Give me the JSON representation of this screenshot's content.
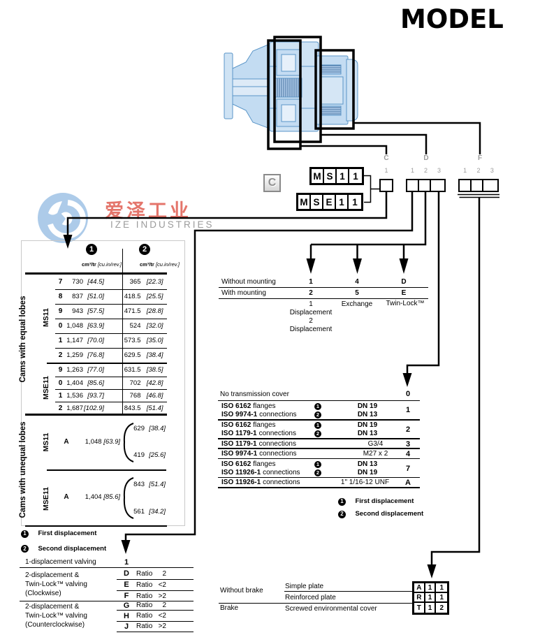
{
  "title": "MODEL",
  "watermark": {
    "cn": "爱泽工业",
    "en": "IZE INDUSTRIES"
  },
  "badge": "C",
  "colors": {
    "drawing_blue": "#b9d4ee",
    "watermark_red": "#e4756b",
    "watermark_gray": "#9b9b9b",
    "label_gray": "#9b9b9b"
  },
  "code": {
    "ms11": [
      "M",
      "S",
      "1",
      "1"
    ],
    "mse11": [
      "M",
      "S",
      "E",
      "1",
      "1"
    ],
    "sections": [
      {
        "label": "C",
        "digits": [
          "1"
        ]
      },
      {
        "label": "D",
        "digits": [
          "1",
          "2",
          "3"
        ]
      },
      {
        "label": "F",
        "digits": [
          "1",
          "2",
          "3"
        ]
      }
    ]
  },
  "disp": {
    "equal_label": "Cams with equal lobes",
    "unequal_label": "Cams with unequal lobes",
    "ms11": "MS11",
    "mse11": "MSE11",
    "unit": "cm³/tr",
    "unit_br": "[cu.in/rev.]",
    "equal_rows": [
      {
        "c": "7",
        "v1": "730",
        "b1": "[44.5]",
        "v2": "365",
        "b2": "[22.3]"
      },
      {
        "c": "8",
        "v1": "837",
        "b1": "[51.0]",
        "v2": "418.5",
        "b2": "[25.5]"
      },
      {
        "c": "9",
        "v1": "943",
        "b1": "[57.5]",
        "v2": "471.5",
        "b2": "[28.8]"
      },
      {
        "c": "0",
        "v1": "1,048",
        "b1": "[63.9]",
        "v2": "524",
        "b2": "[32.0]"
      },
      {
        "c": "1",
        "v1": "1,147",
        "b1": "[70.0]",
        "v2": "573.5",
        "b2": "[35.0]"
      },
      {
        "c": "2",
        "v1": "1,259",
        "b1": "[76.8]",
        "v2": "629.5",
        "b2": "[38.4]"
      },
      {
        "c": "9",
        "v1": "1,263",
        "b1": "[77.0]",
        "v2": "631.5",
        "b2": "[38.5]"
      },
      {
        "c": "0",
        "v1": "1,404",
        "b1": "[85.6]",
        "v2": "702",
        "b2": "[42.8]"
      },
      {
        "c": "1",
        "v1": "1,536",
        "b1": "[93.7]",
        "v2": "768",
        "b2": "[46.8]"
      },
      {
        "c": "2",
        "v1": "1,687",
        "b1": "[102.9]",
        "v2": "843.5",
        "b2": "[51.4]"
      }
    ],
    "unequal_rows": [
      {
        "c": "A",
        "v": "1,048",
        "b": "[63.9]",
        "tv": "629",
        "tb": "[38.4]",
        "bv": "419",
        "bb": "[25.6]"
      },
      {
        "c": "A",
        "v": "1,404",
        "b": "[85.6]",
        "tv": "843",
        "tb": "[51.4]",
        "bv": "561",
        "bb": "[34.2]"
      }
    ]
  },
  "legend": {
    "n1": "1",
    "n2": "2",
    "first": "First displacement",
    "second": "Second displacement"
  },
  "mounting": {
    "row1": "Without mounting",
    "r1": [
      "1",
      "4",
      "D"
    ],
    "row2": "With mounting",
    "r2": [
      "2",
      "5",
      "E"
    ],
    "cap1a": "1",
    "cap1b": "Displacement",
    "cap1c": "2",
    "cap1d": "Displacement",
    "cap2": "Exchange",
    "cap3": "Twin-Lock™"
  },
  "cover": {
    "r0": {
      "t": "No transmission cover",
      "code": "0"
    },
    "r1": {
      "a_iso": "ISO 6162",
      "a_k": "flanges",
      "a_v": "DN 19",
      "b_iso": "ISO 9974-1",
      "b_k": "connections",
      "b_v": "DN 13",
      "code": "1"
    },
    "r2": {
      "a_iso": "ISO 6162",
      "a_k": "flanges",
      "a_v": "DN 19",
      "b_iso": "ISO 1179-1",
      "b_k": "connections",
      "b_v": "DN 13",
      "code": "2"
    },
    "r3": {
      "iso": "ISO 1179-1",
      "k": "connections",
      "v": "G3/4",
      "code": "3"
    },
    "r4": {
      "iso": "ISO 9974-1",
      "k": "connections",
      "v": "M27 x 2",
      "code": "4"
    },
    "r7": {
      "a_iso": "ISO 6162",
      "a_k": "flanges",
      "a_v": "DN 13",
      "b_iso": "ISO 11926-1",
      "b_k": "connections",
      "b_v": "DN 19",
      "code": "7"
    },
    "rA": {
      "iso": "ISO 11926-1",
      "k": "connections",
      "v": "1\" 1/16-12 UNF",
      "code": "A"
    }
  },
  "valving": {
    "r1": {
      "label": "1-displacement valving",
      "code": "1"
    },
    "g1": {
      "l1": "2-displacement &",
      "l2": "Twin-Lock™ valving",
      "l3": "(Clockwise)",
      "rows": [
        {
          "code": "D",
          "r": "Ratio",
          "v": "2"
        },
        {
          "code": "E",
          "r": "Ratio",
          "v": "<2"
        },
        {
          "code": "F",
          "r": "Ratio",
          "v": ">2"
        }
      ]
    },
    "g2": {
      "l1": "2-displacement &",
      "l2": "Twin-Lock™ valving",
      "l3": "(Counterclockwise)",
      "rows": [
        {
          "code": "G",
          "r": "Ratio",
          "v": "2"
        },
        {
          "code": "H",
          "r": "Ratio",
          "v": "<2"
        },
        {
          "code": "J",
          "r": "Ratio",
          "v": ">2"
        }
      ]
    }
  },
  "brake": {
    "g1": "Without brake",
    "g2": "Brake",
    "rows": [
      {
        "label": "Simple plate",
        "c": [
          "A",
          "1",
          "1"
        ]
      },
      {
        "label": "Reinforced plate",
        "c": [
          "R",
          "1",
          "1"
        ]
      },
      {
        "label": "Screwed environmental cover",
        "c": [
          "T",
          "1",
          "2"
        ]
      }
    ]
  }
}
